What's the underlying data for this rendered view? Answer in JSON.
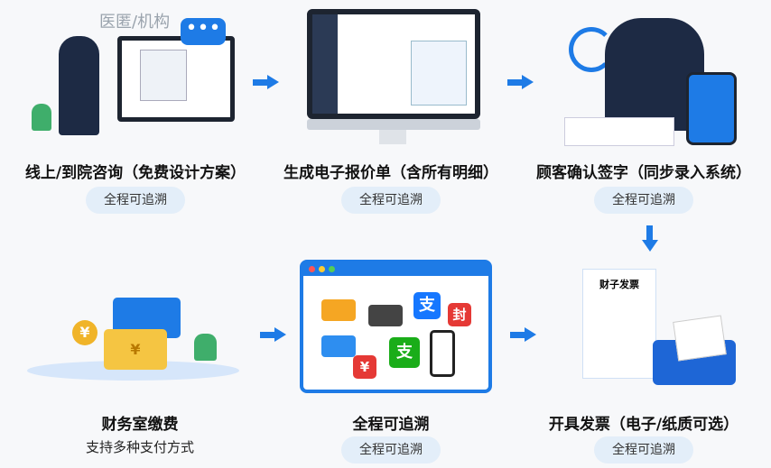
{
  "steps": [
    {
      "title": "线上/到院咨询（免费设计方案）",
      "tag": "全程可追溯",
      "sign": "医匿/机构"
    },
    {
      "title": "生成电子报价单（含所有明细）",
      "tag": "全程可追溯"
    },
    {
      "title": "顾客确认签字（同步录入系统）",
      "tag": "全程可追溯"
    },
    {
      "title": "财务室缴费",
      "subtitle": "支持多种支付方式"
    },
    {
      "title": "全程可追溯",
      "tag": "全程可追溯",
      "icons": [
        "支",
        "封",
        "¥",
        "支"
      ]
    },
    {
      "title": "开具发票（电子/纸质可选）",
      "tag": "全程可追溯",
      "invoice_title": "财子发票"
    }
  ],
  "colors": {
    "accent": "#1e7be6",
    "pill": "#e3eef9"
  }
}
